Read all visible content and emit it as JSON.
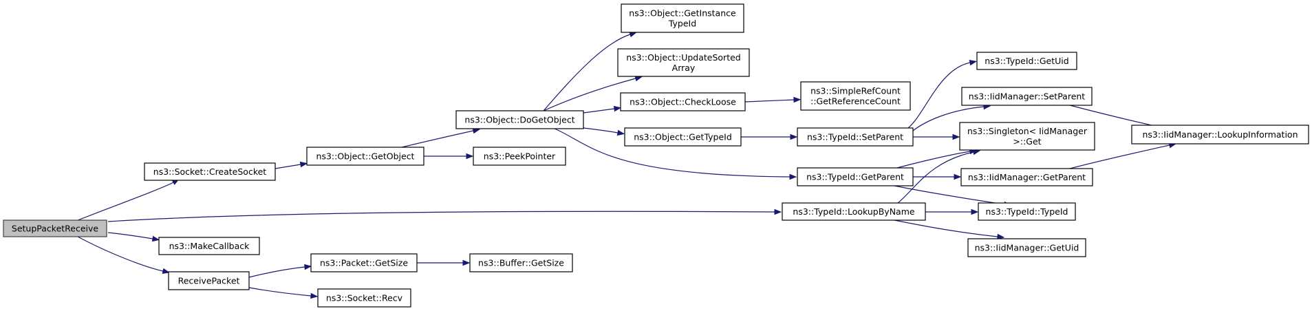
{
  "nodes": [
    {
      "id": "setup",
      "lines": [
        "SetupPacketReceive"
      ],
      "root": true
    },
    {
      "id": "createsocket",
      "lines": [
        "ns3::Socket::CreateSocket"
      ]
    },
    {
      "id": "makecallback",
      "lines": [
        "ns3::MakeCallback"
      ]
    },
    {
      "id": "receivepacket",
      "lines": [
        "ReceivePacket"
      ]
    },
    {
      "id": "getobject",
      "lines": [
        "ns3::Object::GetObject"
      ]
    },
    {
      "id": "lookupbyname",
      "lines": [
        "ns3::TypeId::LookupByName"
      ]
    },
    {
      "id": "packetgetsize",
      "lines": [
        "ns3::Packet::GetSize"
      ]
    },
    {
      "id": "socketrecv",
      "lines": [
        "ns3::Socket::Recv"
      ]
    },
    {
      "id": "dogetobject",
      "lines": [
        "ns3::Object::DoGetObject"
      ]
    },
    {
      "id": "peekpointer",
      "lines": [
        "ns3::PeekPointer"
      ]
    },
    {
      "id": "buffergetsize",
      "lines": [
        "ns3::Buffer::GetSize"
      ]
    },
    {
      "id": "getinstancetypeid",
      "lines": [
        "ns3::Object::GetInstance",
        "TypeId"
      ]
    },
    {
      "id": "updatesortedarray",
      "lines": [
        "ns3::Object::UpdateSorted",
        "Array"
      ]
    },
    {
      "id": "checkloose",
      "lines": [
        "ns3::Object::CheckLoose"
      ]
    },
    {
      "id": "gettypeid",
      "lines": [
        "ns3::Object::GetTypeId"
      ]
    },
    {
      "id": "getreferencecount",
      "lines": [
        "ns3::SimpleRefCount",
        "::GetReferenceCount"
      ]
    },
    {
      "id": "typeidsetparent",
      "lines": [
        "ns3::TypeId::SetParent"
      ]
    },
    {
      "id": "typeidgetparent",
      "lines": [
        "ns3::TypeId::GetParent"
      ]
    },
    {
      "id": "typeidgetuid",
      "lines": [
        "ns3::TypeId::GetUid"
      ]
    },
    {
      "id": "iidsetparent",
      "lines": [
        "ns3::IidManager::SetParent"
      ]
    },
    {
      "id": "singletonget",
      "lines": [
        "ns3::Singleton< IidManager",
        ">::Get"
      ]
    },
    {
      "id": "iidgetparent",
      "lines": [
        "ns3::IidManager::GetParent"
      ]
    },
    {
      "id": "typeidtypeid",
      "lines": [
        "ns3::TypeId::TypeId"
      ]
    },
    {
      "id": "iidgetuid",
      "lines": [
        "ns3::IidManager::GetUid"
      ]
    },
    {
      "id": "lookupinformation",
      "lines": [
        "ns3::IidManager::LookupInformation"
      ]
    }
  ],
  "edges": [
    [
      "setup",
      "createsocket"
    ],
    [
      "setup",
      "lookupbyname"
    ],
    [
      "setup",
      "makecallback"
    ],
    [
      "setup",
      "receivepacket"
    ],
    [
      "createsocket",
      "getobject"
    ],
    [
      "getobject",
      "dogetobject"
    ],
    [
      "getobject",
      "peekpointer"
    ],
    [
      "dogetobject",
      "getinstancetypeid"
    ],
    [
      "dogetobject",
      "updatesortedarray"
    ],
    [
      "dogetobject",
      "checkloose"
    ],
    [
      "dogetobject",
      "gettypeid"
    ],
    [
      "dogetobject",
      "typeidgetparent"
    ],
    [
      "checkloose",
      "getreferencecount"
    ],
    [
      "gettypeid",
      "typeidsetparent"
    ],
    [
      "typeidsetparent",
      "typeidgetuid"
    ],
    [
      "typeidsetparent",
      "iidsetparent"
    ],
    [
      "typeidsetparent",
      "singletonget"
    ],
    [
      "iidsetparent",
      "lookupinformation"
    ],
    [
      "typeidgetparent",
      "singletonget"
    ],
    [
      "typeidgetparent",
      "iidgetparent"
    ],
    [
      "typeidgetparent",
      "typeidtypeid"
    ],
    [
      "iidgetparent",
      "lookupinformation"
    ],
    [
      "lookupbyname",
      "singletonget"
    ],
    [
      "lookupbyname",
      "typeidtypeid"
    ],
    [
      "lookupbyname",
      "iidgetuid"
    ],
    [
      "receivepacket",
      "packetgetsize"
    ],
    [
      "receivepacket",
      "socketrecv"
    ],
    [
      "packetgetsize",
      "buffergetsize"
    ]
  ]
}
